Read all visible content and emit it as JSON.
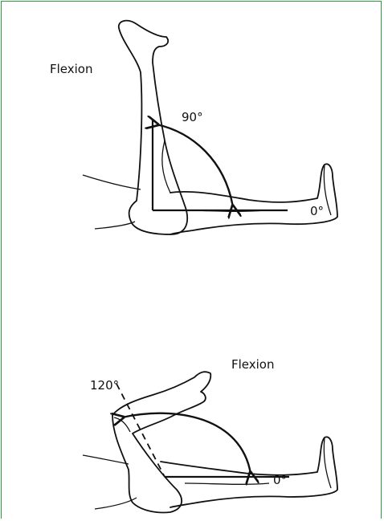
{
  "figure": {
    "frame_color": "#2f9a3a",
    "top_panel": {
      "movement_label": "Flexion",
      "angle_end": "90°",
      "angle_start": "0°"
    },
    "bottom_panel": {
      "movement_label": "Flexion",
      "angle_end": "120°",
      "angle_start": "0°"
    }
  }
}
